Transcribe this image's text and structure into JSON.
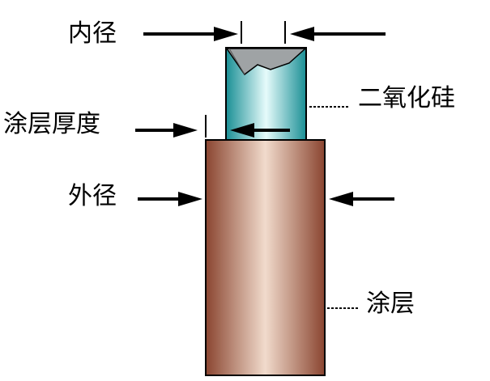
{
  "labels": {
    "inner_diameter": "内径",
    "silica": "二氧化硅",
    "coating_thickness": "涂层厚度",
    "outer_diameter": "外径",
    "coating": "涂层"
  },
  "colors": {
    "coating_dark": "#8a4530",
    "coating_light": "#f1dbcc",
    "silica_dark": "#1a8f95",
    "silica_light": "#e6fbfb",
    "silica_cut": "#9fa3a5",
    "outline": "#000000"
  }
}
